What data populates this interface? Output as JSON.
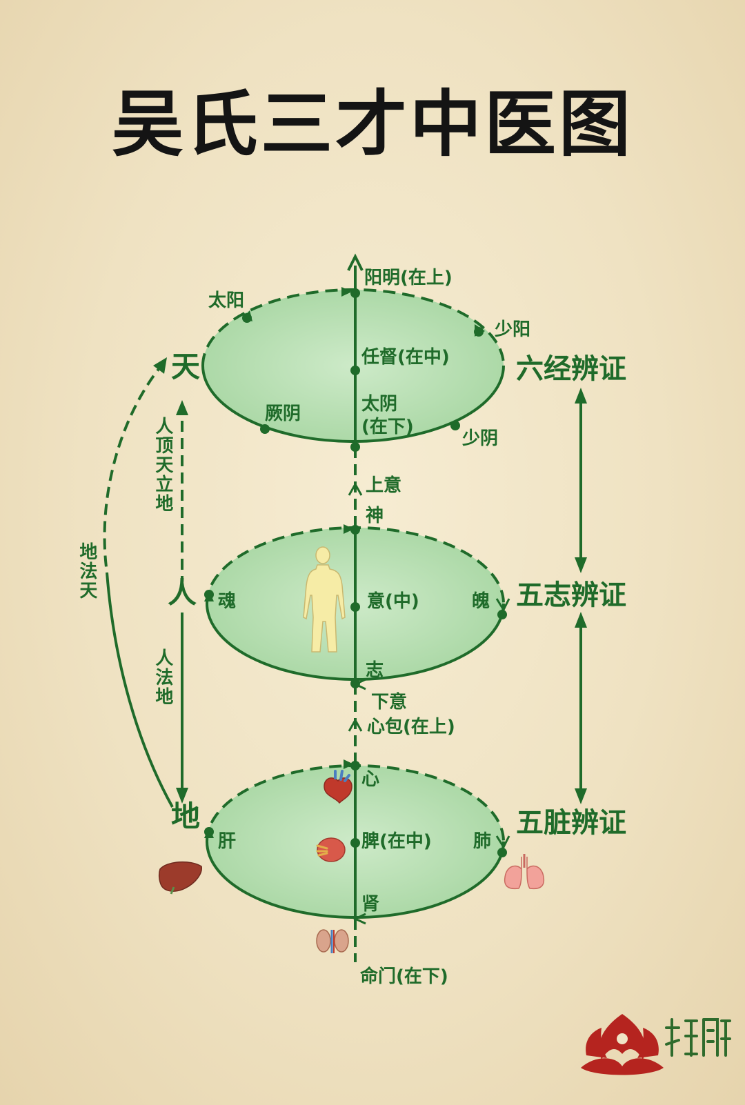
{
  "title": "吴氏三才中医图",
  "realms": {
    "heaven": "天",
    "human": "人",
    "earth": "地"
  },
  "side_labels": {
    "top": "六经辨证",
    "middle": "五志辨证",
    "bottom": "五脏辨证"
  },
  "left_texts": {
    "human_heaven": "人顶天立地",
    "human_earth": "人法地",
    "earth_heaven": "地法天"
  },
  "top_ellipse": {
    "top": "阳明(在上)",
    "center": "任督(在中)",
    "bottom_line1": "太阴",
    "bottom_line2": "(在下)",
    "upper_left": "太阳",
    "upper_right": "少阳",
    "lower_left": "厥阴",
    "lower_right": "少阴"
  },
  "connector_upper": "上意",
  "middle_ellipse": {
    "top": "神",
    "center": "意(中)",
    "left": "魂",
    "right": "魄",
    "bottom": "志"
  },
  "connector_lower_1": "下意",
  "connector_lower_2": "心包(在上)",
  "bottom_ellipse": {
    "top": "心",
    "center": "脾(在中)",
    "left": "肝",
    "right": "肺",
    "bottom": "肾"
  },
  "base": "命门(在下)",
  "icons": [
    "human-body-icon",
    "heart-icon",
    "spleen-icon",
    "liver-icon",
    "lungs-icon",
    "kidneys-icon",
    "lotus-logo-icon"
  ],
  "colors": {
    "line": "#1f6b2a",
    "ellipse_fill": "#b8dfb3",
    "title": "#141414",
    "logo": "#b5241f",
    "background": "#f0e4c6"
  }
}
